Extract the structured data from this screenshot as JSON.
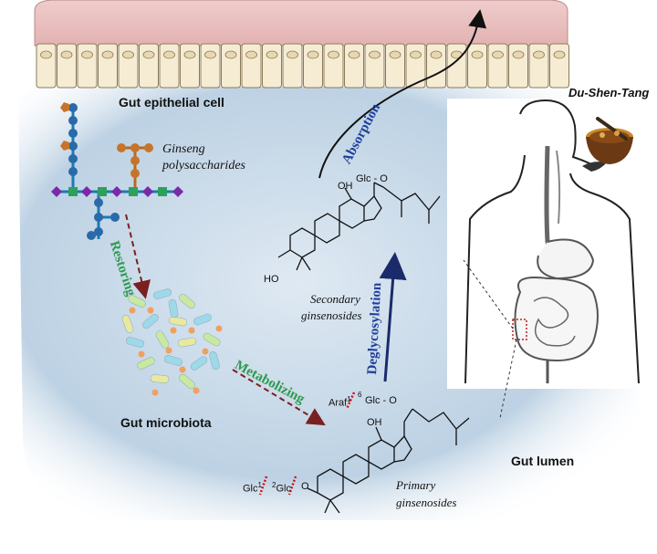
{
  "labels": {
    "epithelial": "Gut epithelial cell",
    "dst": "Du-Shen-Tang",
    "polysaccharides_line1": "Ginseng",
    "polysaccharides_line2": "polysaccharides",
    "restoring": "Restoring",
    "microbiota": "Gut microbiota",
    "metabolizing": "Metabolizing",
    "absorption": "Absorption",
    "deglycosylation": "Deglycosylation",
    "secondary_line1": "Secondary",
    "secondary_line2": "ginsenosides",
    "primary_line1": "Primary",
    "primary_line2": "ginsenosides",
    "lumen": "Gut lumen"
  },
  "chem": {
    "sec_glc": "Glc - O",
    "sec_oh": "OH",
    "sec_ho": "HO",
    "pri_ara": "Araf",
    "pri_ara_sup1": "1",
    "pri_ara_sup6": "6",
    "pri_glc": "Glc - O",
    "pri_oh": "OH",
    "pri_glc2": "Glc",
    "pri_glc2_sup1": "1",
    "pri_glc2_sup2": "2",
    "pri_glc3": "Glc",
    "pri_o": "O"
  },
  "colors": {
    "epithelium": "#e9c0c0",
    "lumen": "#b9cfe2",
    "restoring": "#2f9a4f",
    "metabolizing": "#2f9a4f",
    "absorption": "#1f3f9a",
    "deglycosylation": "#1f3f9a",
    "dashed_arrow": "#7a2020",
    "bond_cut": "#d01010"
  }
}
